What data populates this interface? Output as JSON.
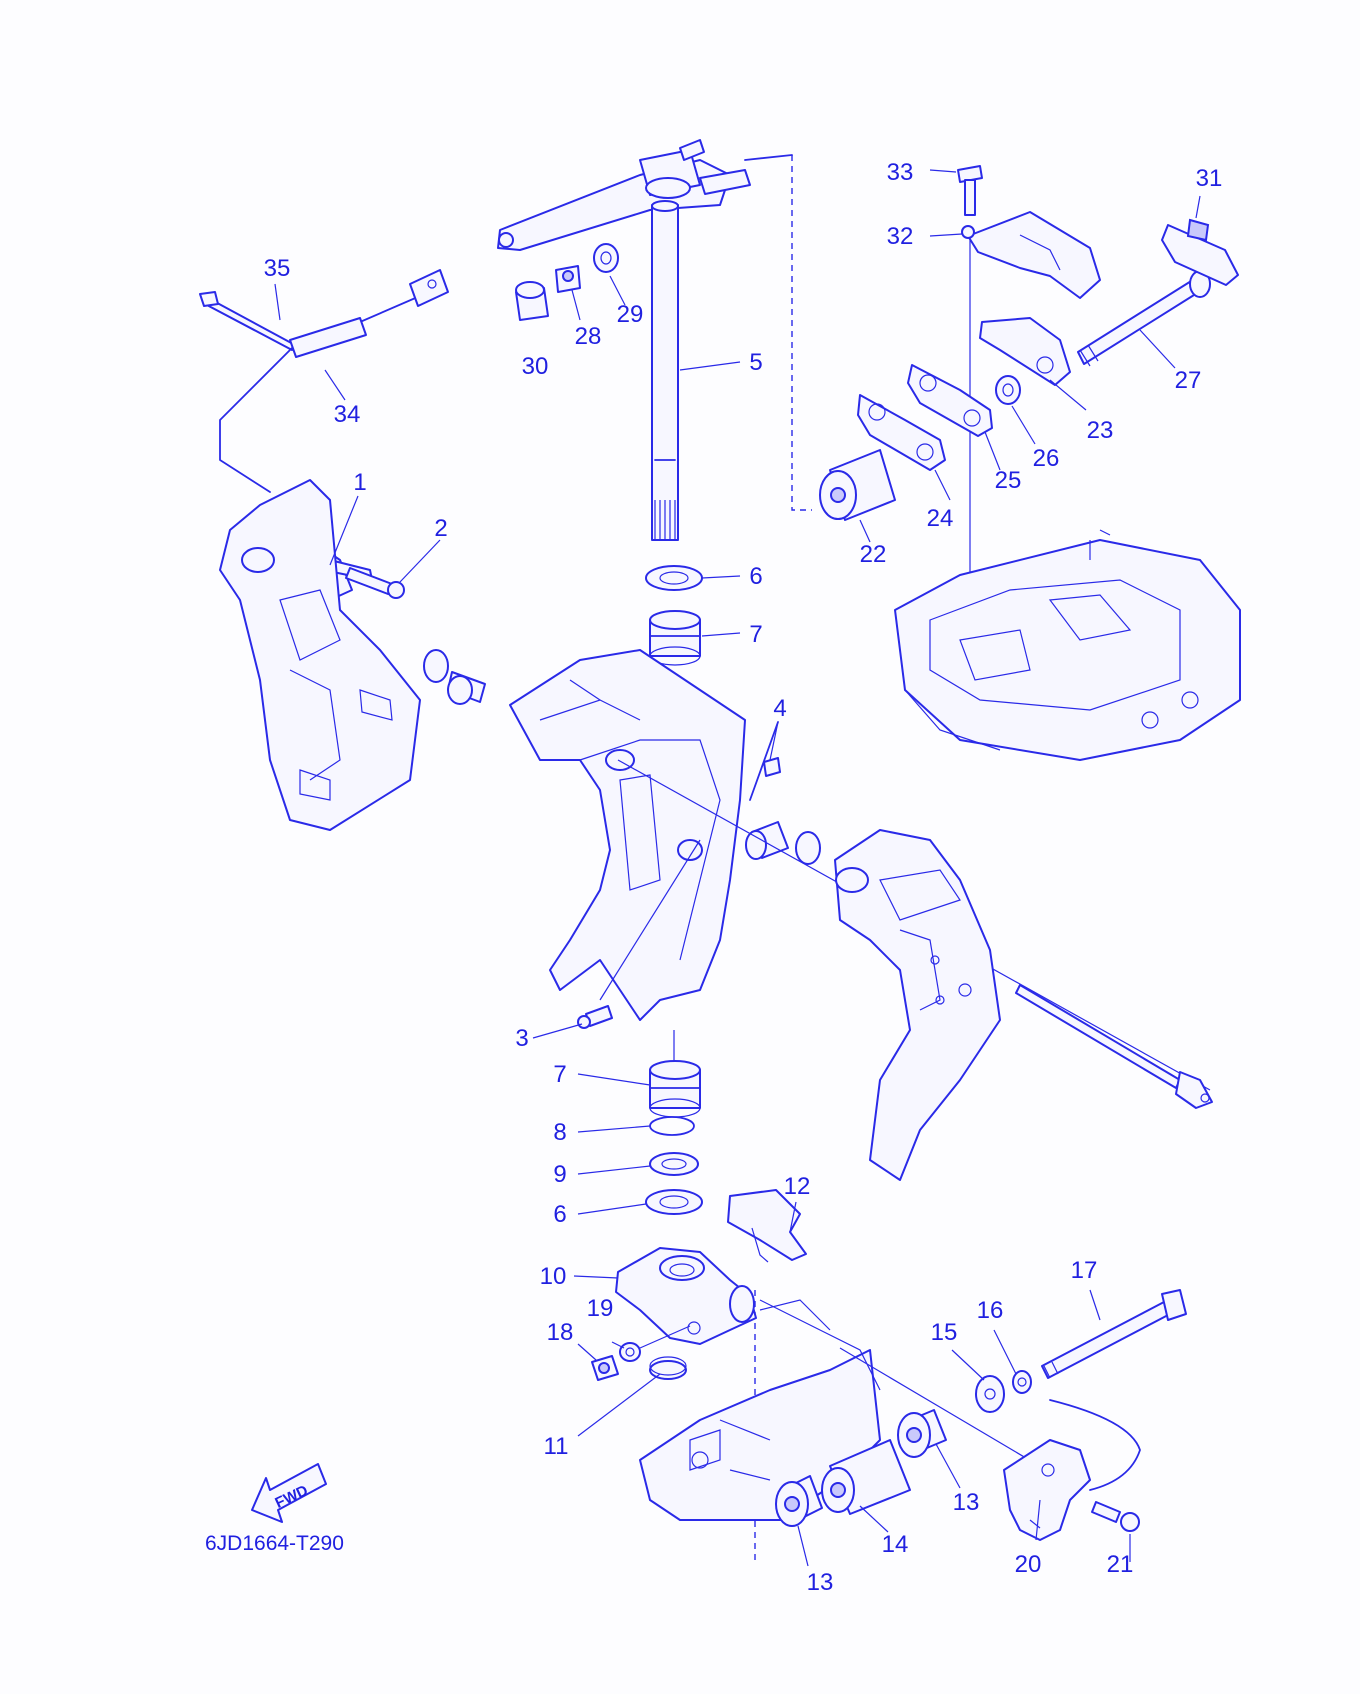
{
  "diagram_code": "6JD1664-T290",
  "direction_label": "FWD",
  "colors": {
    "line": "#2a2ae8",
    "label": "#2020e0",
    "background": "#fdfdff"
  },
  "callouts": [
    {
      "id": "c1",
      "label": "1"
    },
    {
      "id": "c2",
      "label": "2"
    },
    {
      "id": "c3",
      "label": "3"
    },
    {
      "id": "c4",
      "label": "4"
    },
    {
      "id": "c5",
      "label": "5"
    },
    {
      "id": "c6a",
      "label": "6"
    },
    {
      "id": "c6b",
      "label": "6"
    },
    {
      "id": "c7a",
      "label": "7"
    },
    {
      "id": "c7b",
      "label": "7"
    },
    {
      "id": "c8",
      "label": "8"
    },
    {
      "id": "c9",
      "label": "9"
    },
    {
      "id": "c10",
      "label": "10"
    },
    {
      "id": "c11",
      "label": "11"
    },
    {
      "id": "c12",
      "label": "12"
    },
    {
      "id": "c13a",
      "label": "13"
    },
    {
      "id": "c13b",
      "label": "13"
    },
    {
      "id": "c14",
      "label": "14"
    },
    {
      "id": "c15",
      "label": "15"
    },
    {
      "id": "c16",
      "label": "16"
    },
    {
      "id": "c17",
      "label": "17"
    },
    {
      "id": "c18",
      "label": "18"
    },
    {
      "id": "c19",
      "label": "19"
    },
    {
      "id": "c20",
      "label": "20"
    },
    {
      "id": "c21",
      "label": "21"
    },
    {
      "id": "c22",
      "label": "22"
    },
    {
      "id": "c23",
      "label": "23"
    },
    {
      "id": "c24",
      "label": "24"
    },
    {
      "id": "c25",
      "label": "25"
    },
    {
      "id": "c26",
      "label": "26"
    },
    {
      "id": "c27",
      "label": "27"
    },
    {
      "id": "c28",
      "label": "28"
    },
    {
      "id": "c29",
      "label": "29"
    },
    {
      "id": "c30",
      "label": "30"
    },
    {
      "id": "c31",
      "label": "31"
    },
    {
      "id": "c32",
      "label": "32"
    },
    {
      "id": "c33",
      "label": "33"
    },
    {
      "id": "c34",
      "label": "34"
    },
    {
      "id": "c35",
      "label": "35"
    }
  ]
}
